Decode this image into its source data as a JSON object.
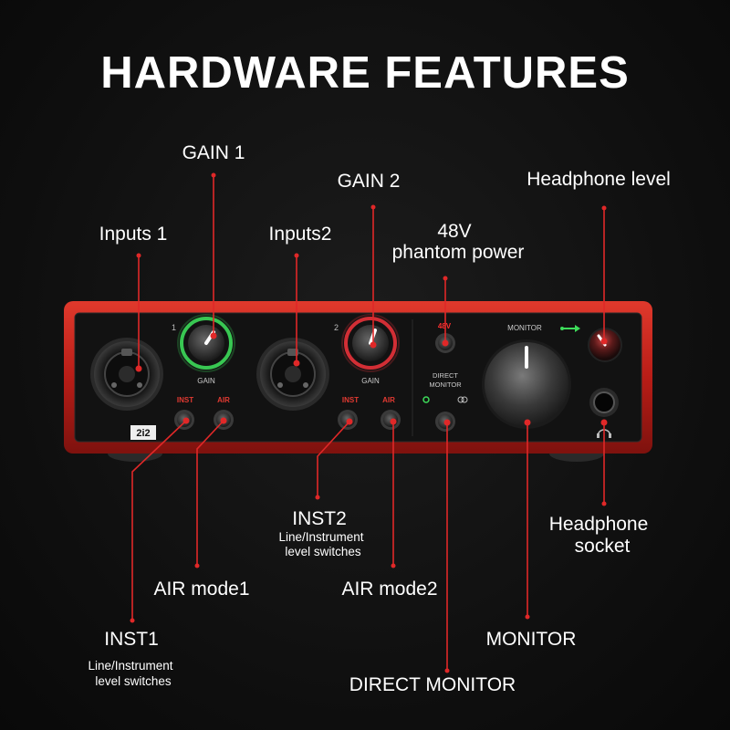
{
  "title": "HARDWARE FEATURES",
  "labels": {
    "gain1": "GAIN 1",
    "gain2": "GAIN 2",
    "inputs1": "Inputs 1",
    "inputs2": "Inputs2",
    "phantom_line1": "48V",
    "phantom_line2": "phantom power",
    "headphone_level": "Headphone level",
    "headphone_socket_line1": "Headphone",
    "headphone_socket_line2": "socket",
    "inst2": "INST2",
    "inst2_sub_line1": "Line/Instrument",
    "inst2_sub_line2": "level switches",
    "air_mode1": "AIR mode1",
    "air_mode2": "AIR mode2",
    "inst1": "INST1",
    "inst1_sub_line1": "Line/Instrument",
    "inst1_sub_line2": "level switches",
    "monitor": "MONITOR",
    "direct_monitor": "DIRECT MONITOR"
  },
  "device": {
    "ch1": "1",
    "ch2": "2",
    "gain": "GAIN",
    "inst": "INST",
    "air": "AIR",
    "p48v": "48V",
    "direct_monitor_line1": "DIRECT",
    "direct_monitor_line2": "MONITOR",
    "monitor": "MONITOR",
    "model_badge": "2i2"
  },
  "colors": {
    "chassis_red": "#c8241c",
    "accent_red": "#e02828",
    "gain1_ring": "#3ddc5a",
    "gain2_ring": "#e8323a",
    "panel": "#141414"
  }
}
